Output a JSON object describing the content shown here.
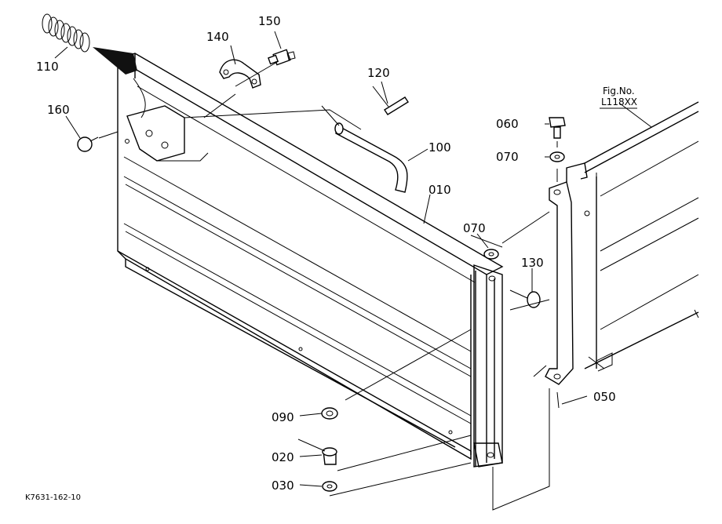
{
  "figure": {
    "fig_no_label": "Fig.No.",
    "fig_no_value": "L118XX",
    "drawing_code": "K7631-162-10"
  },
  "parts": [
    {
      "id": "p110",
      "number": "110"
    },
    {
      "id": "p140",
      "number": "140"
    },
    {
      "id": "p150",
      "number": "150"
    },
    {
      "id": "p120",
      "number": "120"
    },
    {
      "id": "p160",
      "number": "160"
    },
    {
      "id": "p100",
      "number": "100"
    },
    {
      "id": "p010",
      "number": "010"
    },
    {
      "id": "p060",
      "number": "060"
    },
    {
      "id": "p070a",
      "number": "070"
    },
    {
      "id": "p070b",
      "number": "070"
    },
    {
      "id": "p130",
      "number": "130"
    },
    {
      "id": "p090",
      "number": "090"
    },
    {
      "id": "p020",
      "number": "020"
    },
    {
      "id": "p030",
      "number": "030"
    },
    {
      "id": "p050",
      "number": "050"
    }
  ]
}
